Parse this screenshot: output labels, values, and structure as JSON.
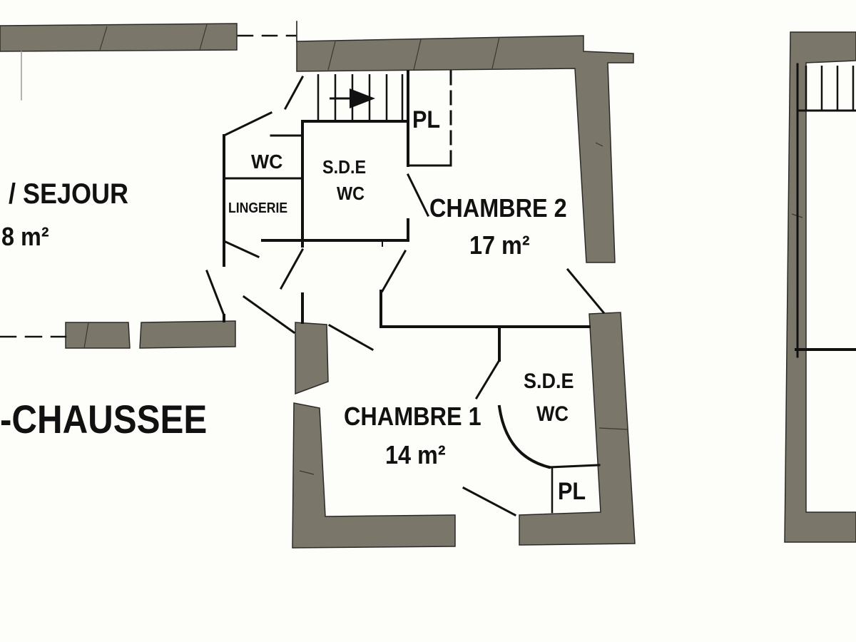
{
  "plan": {
    "level_label": "-CHAUSSEE",
    "wall_color": "#7a7669",
    "line_color": "#111111",
    "background": "#fdfdf9",
    "rooms": {
      "sejour": {
        "name": "/ SEJOUR",
        "area": "8 m²"
      },
      "wc": {
        "name": "WC"
      },
      "lingerie": {
        "name": "LINGERIE"
      },
      "sde_top": {
        "name": "S.D.E",
        "sub": "WC"
      },
      "pl_top": {
        "name": "PL"
      },
      "chambre2": {
        "name": "CHAMBRE 2",
        "area": "17 m²"
      },
      "chambre1": {
        "name": "CHAMBRE 1",
        "area": "14 m²"
      },
      "sde_bottom": {
        "name": "S.D.E",
        "sub": "WC"
      },
      "pl_bottom": {
        "name": "PL"
      }
    },
    "icons": [
      "stair-arrow-icon"
    ]
  }
}
